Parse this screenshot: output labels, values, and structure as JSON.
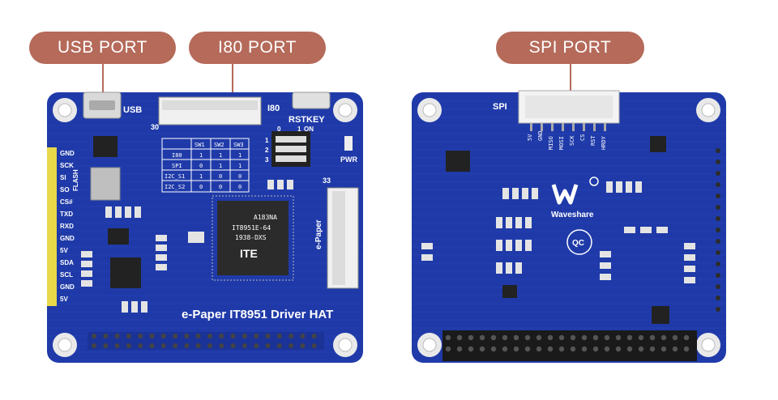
{
  "callouts": {
    "usb": "USB PORT",
    "i80": "I80 PORT",
    "spi": "SPI PORT"
  },
  "front_board": {
    "title": "e-Paper IT8951 Driver HAT",
    "usb_label": "USB",
    "i80_label": "I80",
    "rstkey_label": "RSTKEY",
    "pwr_label": "PWR",
    "epaper_label": "e-Paper",
    "flash_label": "FLASH",
    "pin_30": "30",
    "pin_33": "33",
    "switch_on": "ON",
    "switch_nums": [
      "0",
      "1"
    ],
    "switch_pos": [
      "1",
      "2",
      "3"
    ],
    "left_pins": [
      "GND",
      "SCK",
      "SI",
      "SO",
      "CS#",
      "TXD",
      "RXD",
      "GND",
      "5V",
      "SDA",
      "SCL",
      "GND",
      "5V"
    ],
    "chip_lines": [
      "A183NA",
      "IT8951E-64",
      "1938-DXS",
      "ITE"
    ],
    "table": {
      "headers": [
        "",
        "SW1",
        "SW2",
        "SW3"
      ],
      "rows": [
        [
          "I80",
          "1",
          "1",
          "1"
        ],
        [
          "SPI",
          "0",
          "1",
          "1"
        ],
        [
          "I2C_S1",
          "1",
          "0",
          "0"
        ],
        [
          "I2C_S2",
          "0",
          "0",
          "0"
        ]
      ]
    }
  },
  "back_board": {
    "spi_label": "SPI",
    "brand": "Waveshare",
    "spi_pins": [
      "5V",
      "GND",
      "MISO",
      "MOSI",
      "SCK",
      "CS",
      "RST",
      "HRDY"
    ],
    "qc_label": "QC"
  },
  "colors": {
    "board_blue": "#1f3aa8",
    "callout": "#b56a5a",
    "header_yellow": "#e8d84a"
  }
}
